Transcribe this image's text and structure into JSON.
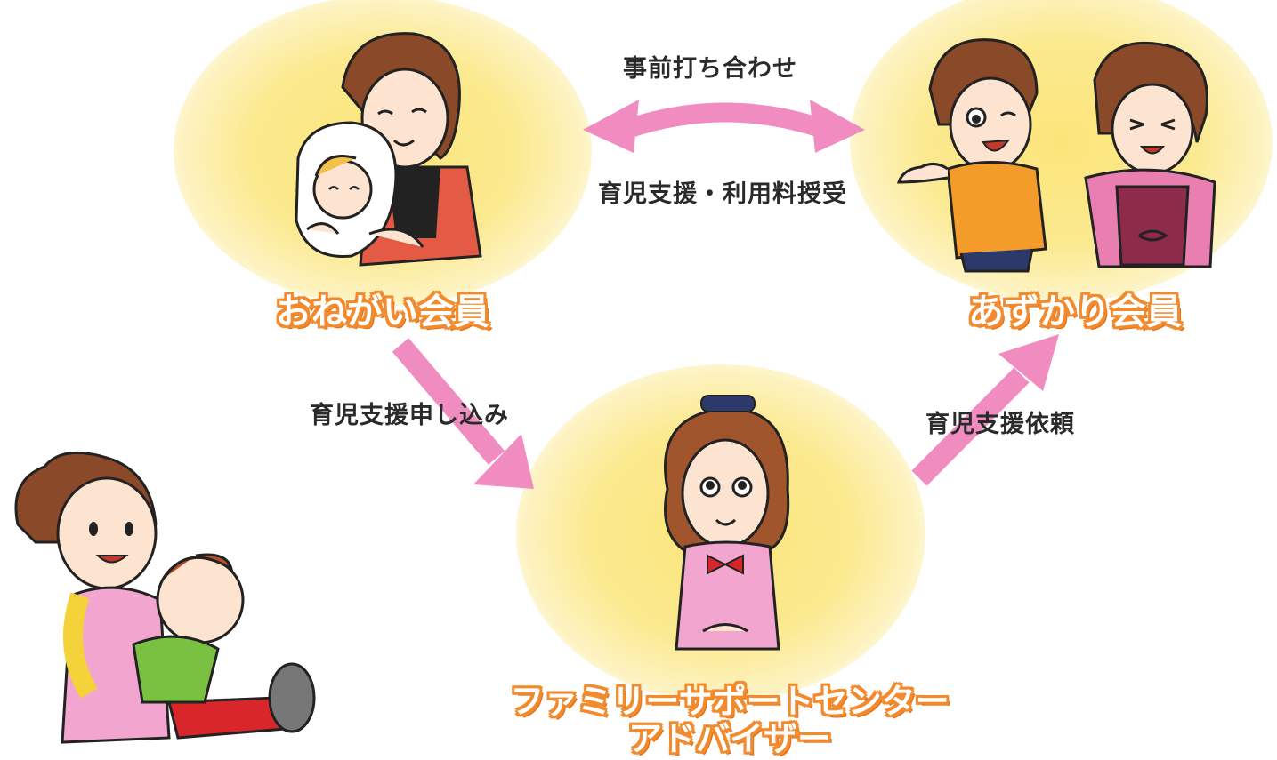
{
  "members": {
    "requesting": {
      "label": "おねがい会員"
    },
    "providing": {
      "label": "あずかり会員"
    },
    "center": {
      "label_line1": "ファミリーサポートセンター",
      "label_line2": "アドバイザー"
    }
  },
  "flows": {
    "prior_meeting": "事前打ち合わせ",
    "support_and_fee": "育児支援・利用料授受",
    "application": "育児支援申し込み",
    "request": "育児支援依頼"
  },
  "colors": {
    "glow": "#fbe57a",
    "label_outline": "#f28a2e",
    "arrow": "#f08cc0",
    "text": "#2a2a2a"
  },
  "icons": {
    "mother": "mother-with-baby-illustration",
    "providers": "two-women-illustration",
    "advisor": "advisor-illustration",
    "caregiver": "caregiver-with-child-illustration"
  }
}
